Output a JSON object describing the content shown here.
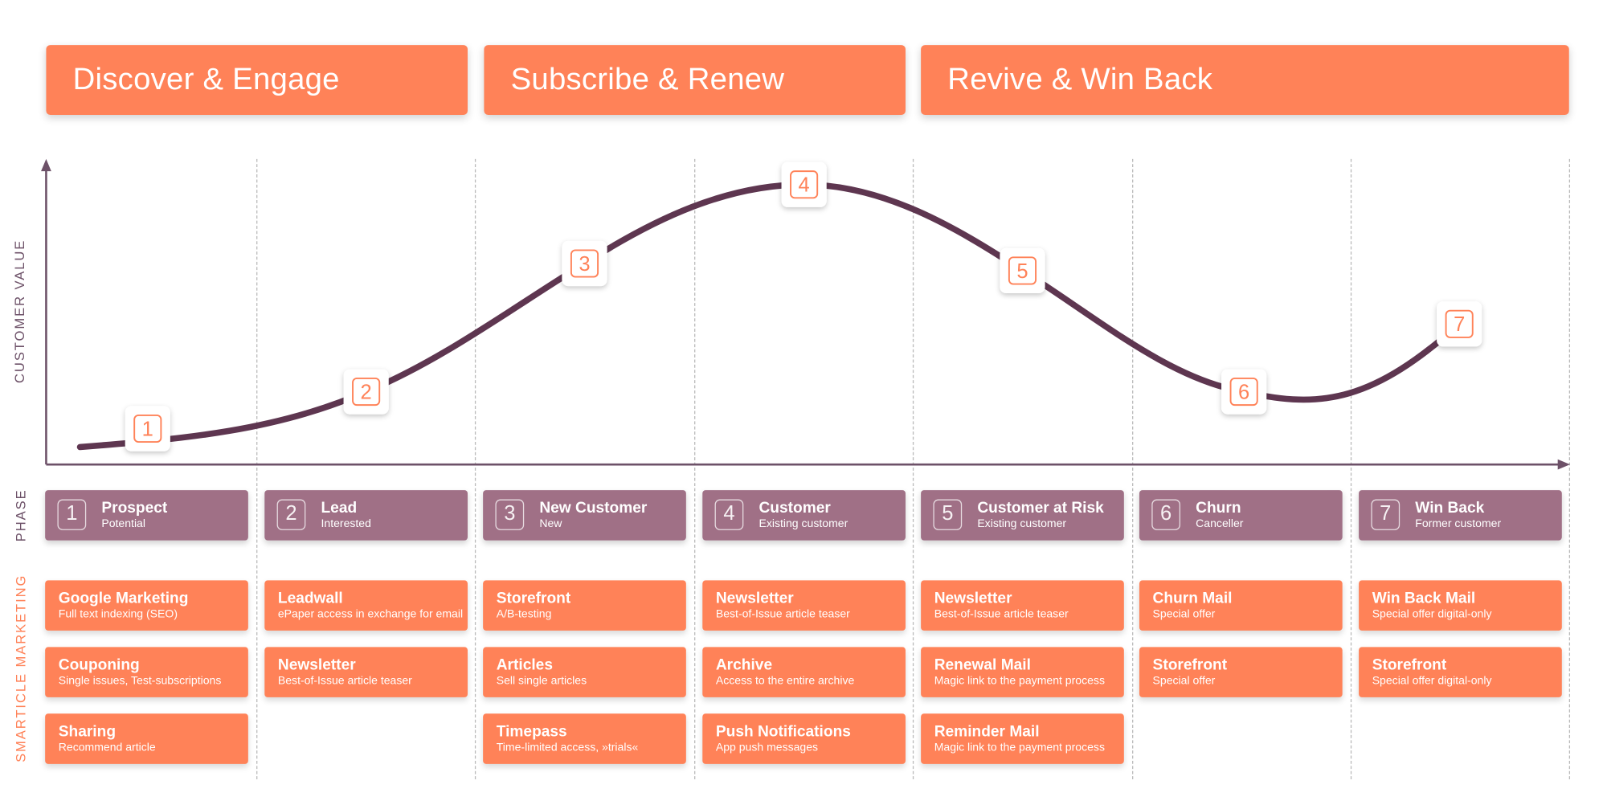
{
  "stages": [
    {
      "label": "Discover & Engage"
    },
    {
      "label": "Subscribe & Renew"
    },
    {
      "label": "Revive & Win Back"
    }
  ],
  "y_axis_label": "CUSTOMER VALUE",
  "side_labels": {
    "phase": "PHASE",
    "marketing": "SMARTICLE  MARKETING"
  },
  "curve_markers": [
    "1",
    "2",
    "3",
    "4",
    "5",
    "6",
    "7"
  ],
  "phases": [
    {
      "num": "1",
      "title": "Prospect",
      "subtitle": "Potential"
    },
    {
      "num": "2",
      "title": "Lead",
      "subtitle": "Interested"
    },
    {
      "num": "3",
      "title": "New Customer",
      "subtitle": "New"
    },
    {
      "num": "4",
      "title": "Customer",
      "subtitle": "Existing customer"
    },
    {
      "num": "5",
      "title": "Customer at Risk",
      "subtitle": "Existing customer"
    },
    {
      "num": "6",
      "title": "Churn",
      "subtitle": "Canceller"
    },
    {
      "num": "7",
      "title": "Win Back",
      "subtitle": "Former customer"
    }
  ],
  "marketing": [
    [
      {
        "title": "Google Marketing",
        "subtitle": "Full text indexing (SEO)"
      },
      {
        "title": "Couponing",
        "subtitle": "Single issues, Test-subscriptions"
      },
      {
        "title": "Sharing",
        "subtitle": "Recommend article"
      }
    ],
    [
      {
        "title": "Leadwall",
        "subtitle": "ePaper access in exchange for email"
      },
      {
        "title": "Newsletter",
        "subtitle": "Best-of-Issue article teaser"
      }
    ],
    [
      {
        "title": "Storefront",
        "subtitle": "A/B-testing"
      },
      {
        "title": "Articles",
        "subtitle": "Sell single articles"
      },
      {
        "title": "Timepass",
        "subtitle": "Time-limited access, »trials«"
      }
    ],
    [
      {
        "title": "Newsletter",
        "subtitle": "Best-of-Issue article teaser"
      },
      {
        "title": "Archive",
        "subtitle": "Access to the entire archive"
      },
      {
        "title": "Push Notifications",
        "subtitle": "App push messages"
      }
    ],
    [
      {
        "title": "Newsletter",
        "subtitle": "Best-of-Issue article teaser"
      },
      {
        "title": "Renewal Mail",
        "subtitle": "Magic link to the payment process"
      },
      {
        "title": "Reminder Mail",
        "subtitle": "Magic link to the payment process"
      }
    ],
    [
      {
        "title": "Churn Mail",
        "subtitle": "Special offer"
      },
      {
        "title": "Storefront",
        "subtitle": "Special offer"
      }
    ],
    [
      {
        "title": "Win Back Mail",
        "subtitle": "Special offer digital-only"
      },
      {
        "title": "Storefront",
        "subtitle": "Special offer digital-only"
      }
    ]
  ],
  "colors": {
    "accent": "#ff8258",
    "phase": "#a07086",
    "curve": "#5e3650"
  }
}
